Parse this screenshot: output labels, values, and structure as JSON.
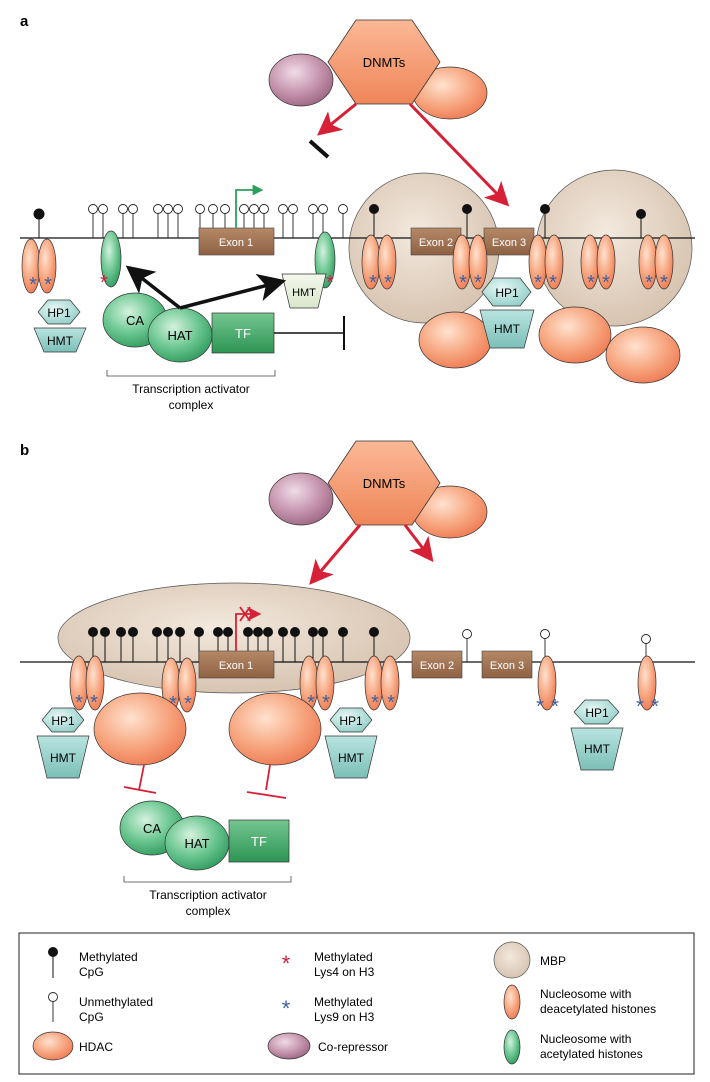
{
  "panel_a": {
    "label": "a",
    "enzyme_label": "DNMTs",
    "exon1": "Exon 1",
    "exon2": "Exon 2",
    "exon3": "Exon 3",
    "hp1": "HP1",
    "hmt": "HMT",
    "ca": "CA",
    "hat": "HAT",
    "tf": "TF",
    "complex_line1": "Transcription activator",
    "complex_line2": "complex"
  },
  "panel_b": {
    "label": "b",
    "enzyme_label": "DNMTs",
    "exon1": "Exon 1",
    "exon2": "Exon 2",
    "exon3": "Exon 3",
    "hp1": "HP1",
    "hmt": "HMT",
    "ca": "CA",
    "hat": "HAT",
    "tf": "TF",
    "complex_line1": "Transcription activator",
    "complex_line2": "complex"
  },
  "legend": {
    "methylated_cpg": [
      "Methylated",
      "CpG"
    ],
    "unmethylated_cpg": [
      "Unmethylated",
      "CpG"
    ],
    "hdac": "HDAC",
    "lys4": [
      "Methylated",
      "Lys4 on H3"
    ],
    "lys9": [
      "Methylated",
      "Lys9 on H3"
    ],
    "corepressor": "Co-repressor",
    "mbp": "MBP",
    "nuc_deacetylated": [
      "Nucleosome with",
      "deacetylated histones"
    ],
    "nuc_acetylated": [
      "Nucleosome with",
      "acetylated histones"
    ]
  },
  "colors": {
    "dnmt": "#f08a5d",
    "hdac": "#f5956b",
    "corepressor": "#b07a94",
    "mbp": "#dccab8",
    "hp1": "#8ecfc9",
    "green": "#3aaa6a",
    "exon": "#9c6f50",
    "arrow_red": "#d62036",
    "lys4": "#c8203f",
    "lys9": "#3f5f9e"
  }
}
